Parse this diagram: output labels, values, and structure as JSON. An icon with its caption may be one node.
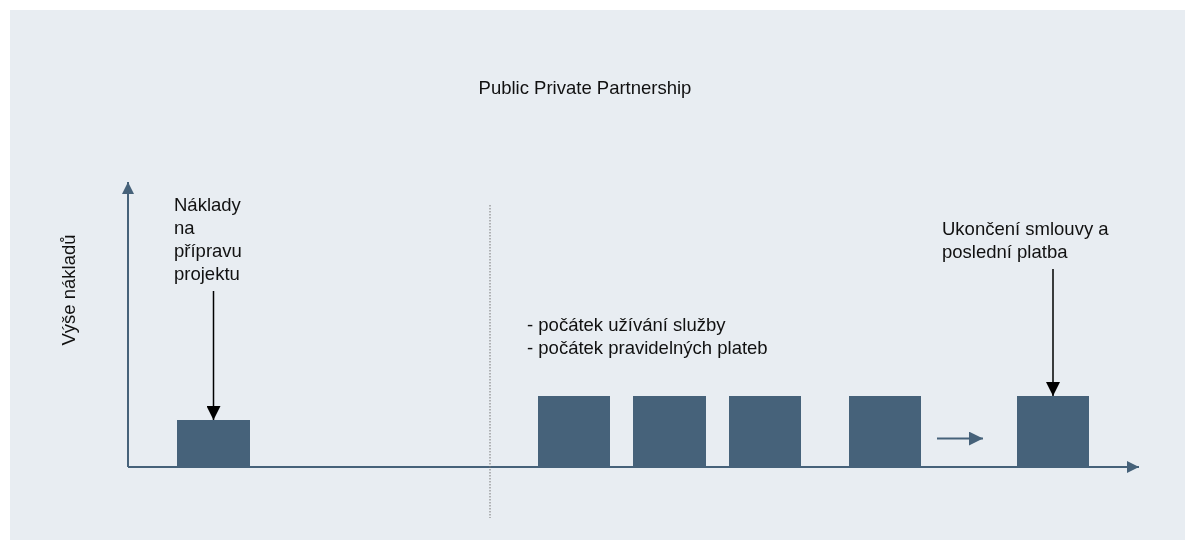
{
  "diagram": {
    "title": "Public Private Partnership",
    "nodes": [
      {
        "text": [
          "Náklady na přípravu projektu"
        ]
      },
      {
        "text": [],
        "shape": "bar"
      },
      {
        "text": [],
        "shape": "bar"
      },
      {
        "text": [],
        "shape": "bar"
      },
      {
        "text": [],
        "shape": "bar"
      },
      {
        "text": [],
        "shape": "bar"
      },
      {
        "text": [],
        "shape": "bar"
      },
      {
        "text": [
          "Ukončení smlouvy a poslední platba"
        ]
      }
    ],
    "edges": [
      {
        "from": 0,
        "to": 1,
        "arrow": "to"
      },
      {
        "from": 5,
        "to": 6,
        "arrow": "to",
        "color": "#46627a"
      },
      {
        "from": 7,
        "to": 6,
        "arrow": "to"
      }
    ],
    "labels": [
      "Výše nákladů",
      "- počátek užívání služby",
      "- počátek pravidelných plateb"
    ]
  }
}
